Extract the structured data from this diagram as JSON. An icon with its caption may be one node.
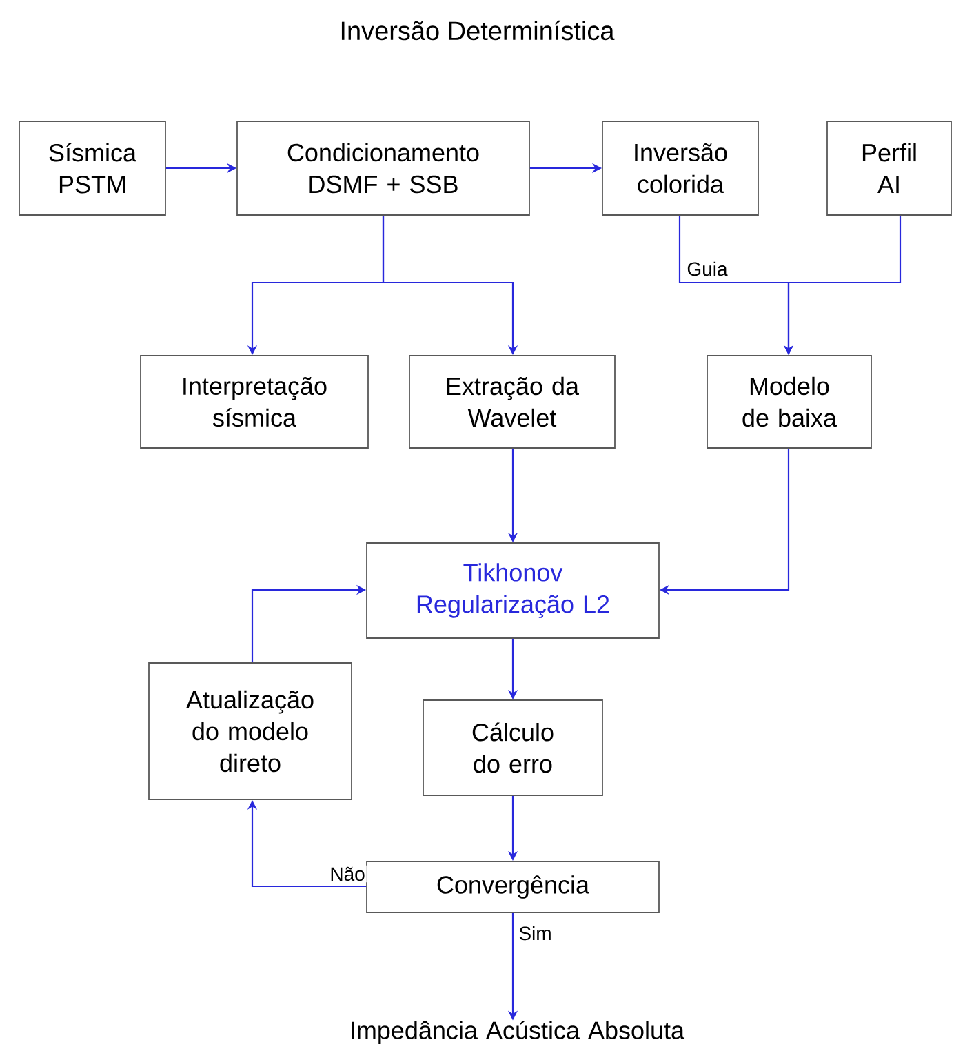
{
  "diagram": {
    "title": "Inversão Determinística",
    "nodes": [
      {
        "text": [
          "Sísmica PSTM"
        ]
      },
      {
        "text": [
          "Condicionamento DSMF + SSB"
        ]
      },
      {
        "text": [
          "Inversão colorida"
        ]
      },
      {
        "text": [
          "Perfil AI"
        ]
      },
      {
        "text": [
          "Interpretação sísmica"
        ]
      },
      {
        "text": [
          "Extração da Wavelet"
        ]
      },
      {
        "text": [
          "Modelo de baixa"
        ]
      },
      {
        "text": [
          "Tikhonov Regularização L2"
        ]
      },
      {
        "text": [
          "Atualização do modelo direto"
        ]
      },
      {
        "text": [
          "Cálculo do erro"
        ]
      },
      {
        "text": [
          "Convergência"
        ]
      },
      {
        "text": [
          "Impedância Acústica Absoluta"
        ]
      }
    ],
    "edges": [
      {
        "from": 0,
        "to": 1,
        "arrow": "to"
      },
      {
        "from": 1,
        "to": 2,
        "arrow": "to"
      },
      {
        "from": 1,
        "to": 4,
        "arrow": "to"
      },
      {
        "from": 1,
        "to": 5,
        "arrow": "to"
      },
      {
        "from": 2,
        "to": 6,
        "arrow": "to",
        "label": "Guia"
      },
      {
        "from": 3,
        "to": 6,
        "arrow": "to"
      },
      {
        "from": 5,
        "to": 7,
        "arrow": "to"
      },
      {
        "from": 6,
        "to": 7,
        "arrow": "to"
      },
      {
        "from": 8,
        "to": 7,
        "arrow": "to"
      },
      {
        "from": 7,
        "to": 9,
        "arrow": "to"
      },
      {
        "from": 9,
        "to": 10,
        "arrow": "to"
      },
      {
        "from": 10,
        "to": 8,
        "arrow": "to",
        "label": "Não"
      },
      {
        "from": 10,
        "to": 11,
        "arrow": "to",
        "label": "Sim"
      }
    ]
  }
}
